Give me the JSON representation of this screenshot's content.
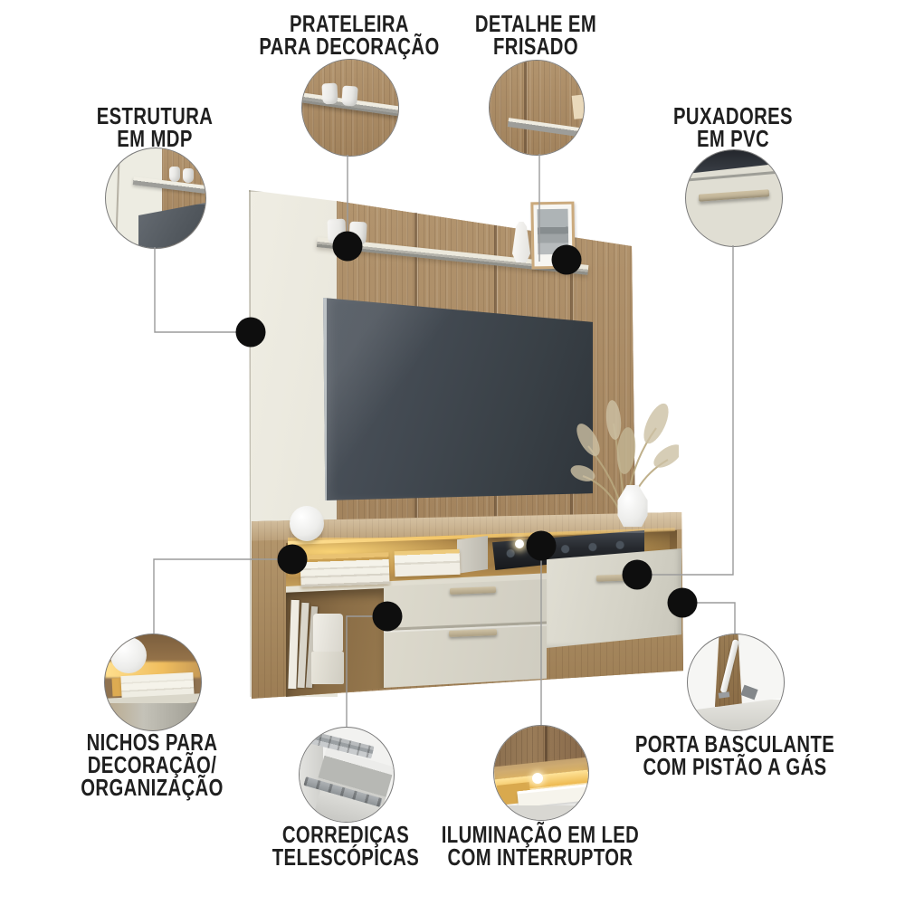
{
  "page": {
    "background": "#ffffff",
    "type": "product-feature-infographic",
    "product": "painel-home-para-tv-com-rack"
  },
  "palette": {
    "wood": "#a98b66",
    "cream_panel": "#edebe0",
    "drawer_front": "#d9d7cb",
    "tv_screen": "#3f464e",
    "led_glow": "#f3c96a",
    "soundbar": "#23262b",
    "dot_color": "#0e0e0e",
    "line_color": "#9b9b9b",
    "circle_border": "#7b7b7b",
    "label_color": "#1f1f1f"
  },
  "callouts": [
    {
      "id": "estrutura",
      "label_lines": [
        "ESTRUTURA",
        "EM MDP"
      ],
      "inset": "panel-edge-with-shelf-and-tv-corner"
    },
    {
      "id": "prateleira",
      "label_lines": [
        "PRATELEIRA",
        "PARA DECORAÇÃO"
      ],
      "inset": "wood-panel-shelf-with-two-cups"
    },
    {
      "id": "frisado",
      "label_lines": [
        "DETALHE EM",
        "FRISADO"
      ],
      "inset": "wood-groove-detail-with-shelf"
    },
    {
      "id": "puxadores",
      "label_lines": [
        "PUXADORES",
        "EM PVC"
      ],
      "inset": "drawer-front-with-pvc-handle"
    },
    {
      "id": "nichos",
      "label_lines": [
        "NICHOS PARA",
        "DECORAÇÃO/",
        "ORGANIZAÇÃO"
      ],
      "inset": "lit-niche-with-books-and-lamp"
    },
    {
      "id": "corredicas",
      "label_lines": [
        "CORREDIÇAS",
        "TELESCÓPICAS"
      ],
      "inset": "open-drawer-telescopic-slides"
    },
    {
      "id": "iluminacao",
      "label_lines": [
        "ILUMINAÇÃO EM LED",
        "COM INTERRUPTOR"
      ],
      "inset": "led-strip-with-round-switch"
    },
    {
      "id": "porta",
      "label_lines": [
        "PORTA BASCULANTE",
        "COM PISTÃO A GÁS"
      ],
      "inset": "flip-door-with-gas-piston"
    }
  ],
  "scene_items": [
    "wall-panel",
    "tv",
    "decor-shelf",
    "picture-frame",
    "small-vase",
    "cups",
    "pampas-plant-vase",
    "sphere-lamp",
    "led-strip",
    "book-stacks",
    "soundbar",
    "canisters",
    "two-drawers",
    "flip-door",
    "open-niche"
  ]
}
